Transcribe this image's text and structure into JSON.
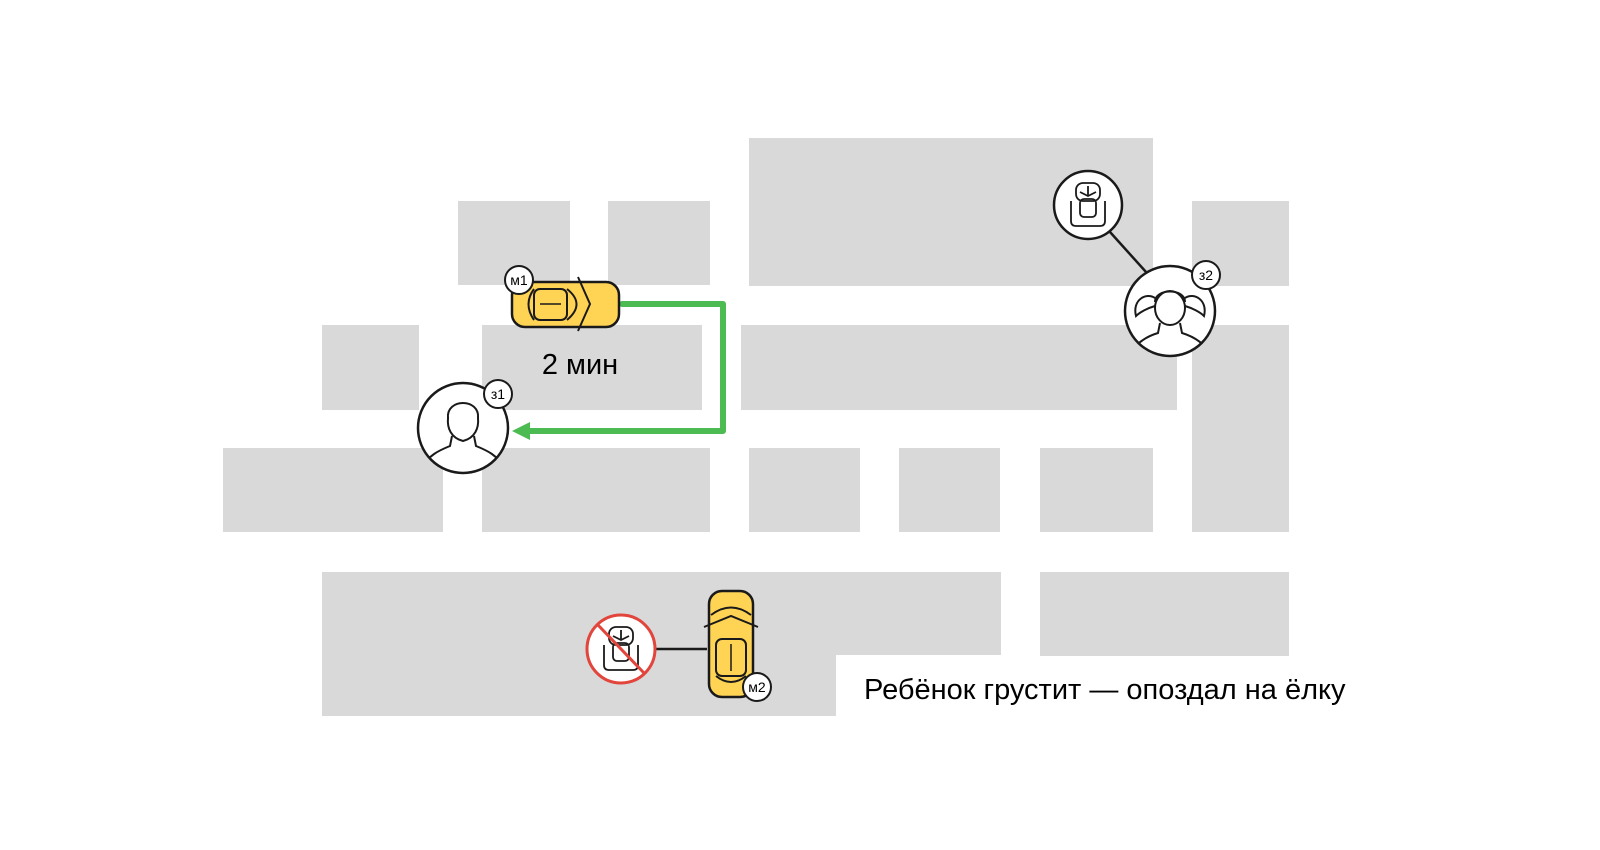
{
  "colors": {
    "background": "#ffffff",
    "block": "#d9d9d9",
    "route": "#4cbb52",
    "taxi": "#ffd454",
    "taxi_stroke": "#1a1a1a",
    "forbidden": "#e1453b",
    "outline": "#1a1a1a"
  },
  "route": {
    "eta_label": "2 мин"
  },
  "cars": [
    {
      "id": "car-m1",
      "badge": "м1",
      "orientation": "horizontal"
    },
    {
      "id": "car-m2",
      "badge": "м2",
      "orientation": "vertical",
      "child_seat": "none"
    }
  ],
  "passengers": [
    {
      "id": "passenger-z1",
      "badge": "з1",
      "kind": "adult"
    },
    {
      "id": "passenger-z2",
      "badge": "з2",
      "kind": "child",
      "needs": "child-seat"
    }
  ],
  "caption": "Ребёнок грустит — опоздал на ёлку"
}
